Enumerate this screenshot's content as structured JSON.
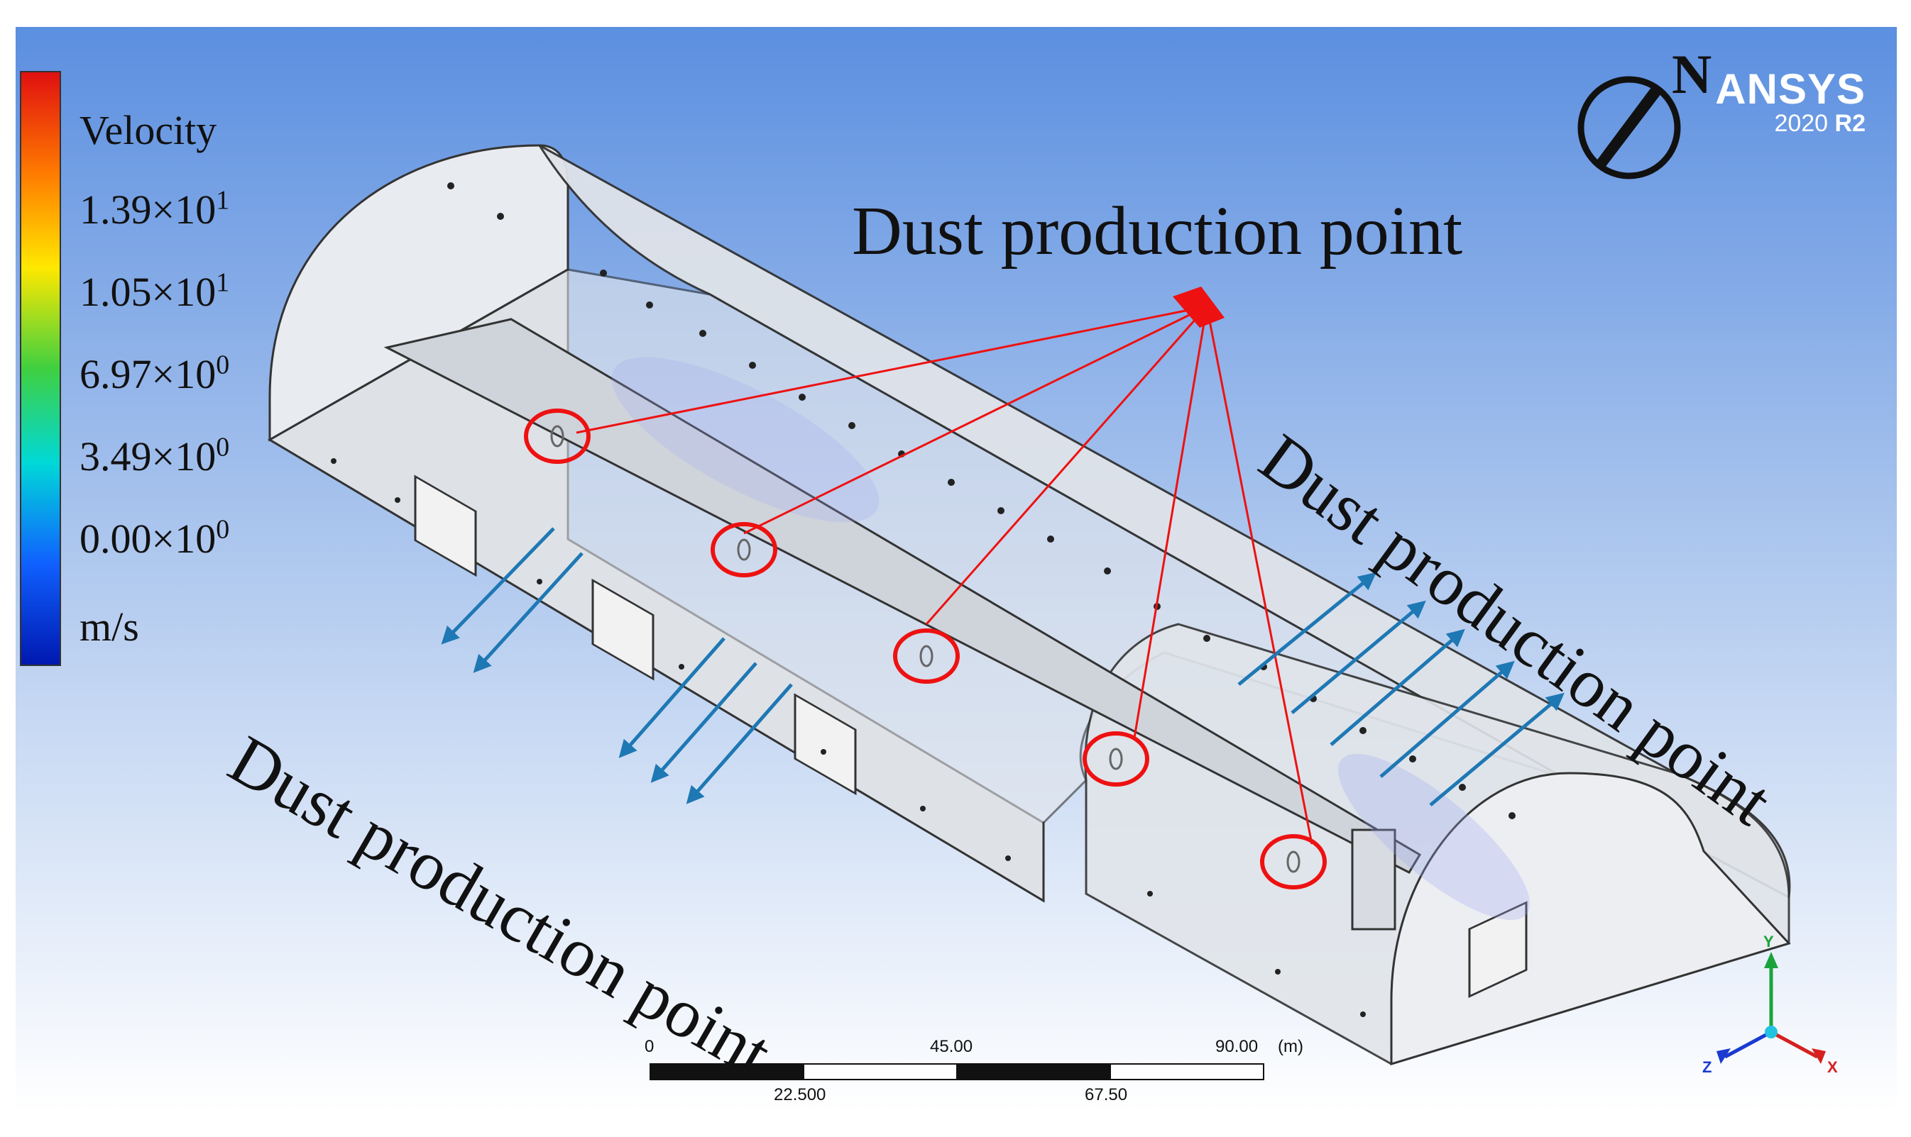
{
  "legend": {
    "title": "Velocity",
    "levels": [
      {
        "mantissa": "1.39×10",
        "exponent": "1"
      },
      {
        "mantissa": "1.05×10",
        "exponent": "1"
      },
      {
        "mantissa": "6.97×10",
        "exponent": "0"
      },
      {
        "mantissa": "3.49×10",
        "exponent": "0"
      },
      {
        "mantissa": "0.00×10",
        "exponent": "0"
      }
    ],
    "unit": "m/s",
    "colors": [
      "#e01010",
      "#ff7a00",
      "#ffe800",
      "#40d040",
      "#00d8d8",
      "#1060ff",
      "#0018b0"
    ]
  },
  "annotations": {
    "top": "Dust production point",
    "left": "Dust production point",
    "right": "Dust production point"
  },
  "compass": {
    "letter": "N"
  },
  "logo": {
    "brand": "ANSYS",
    "version": "2020",
    "release": "R2"
  },
  "scalebar": {
    "top_labels": [
      "0",
      "45.00",
      "90.00"
    ],
    "bottom_labels": [
      "22.500",
      "67.50"
    ],
    "unit": "(m)"
  },
  "triad": {
    "x": "X",
    "y": "Y",
    "z": "Z"
  },
  "colors": {
    "background_top": "#5b8fe0",
    "background_bottom": "#ffffff",
    "marker": "#ee1111",
    "arrow": "#1e78b4"
  }
}
